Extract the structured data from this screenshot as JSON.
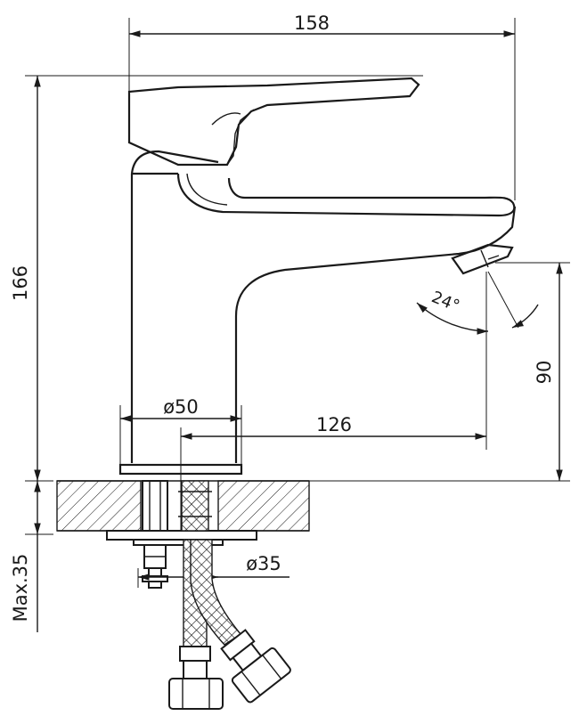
{
  "dimensions": {
    "total_width": "158",
    "total_height": "166",
    "spout_height": "90",
    "spout_reach": "126",
    "base_diameter": "ø50",
    "hole_diameter": "ø35",
    "mount_thickness": "Max.35",
    "aerator_angle": "24°"
  }
}
